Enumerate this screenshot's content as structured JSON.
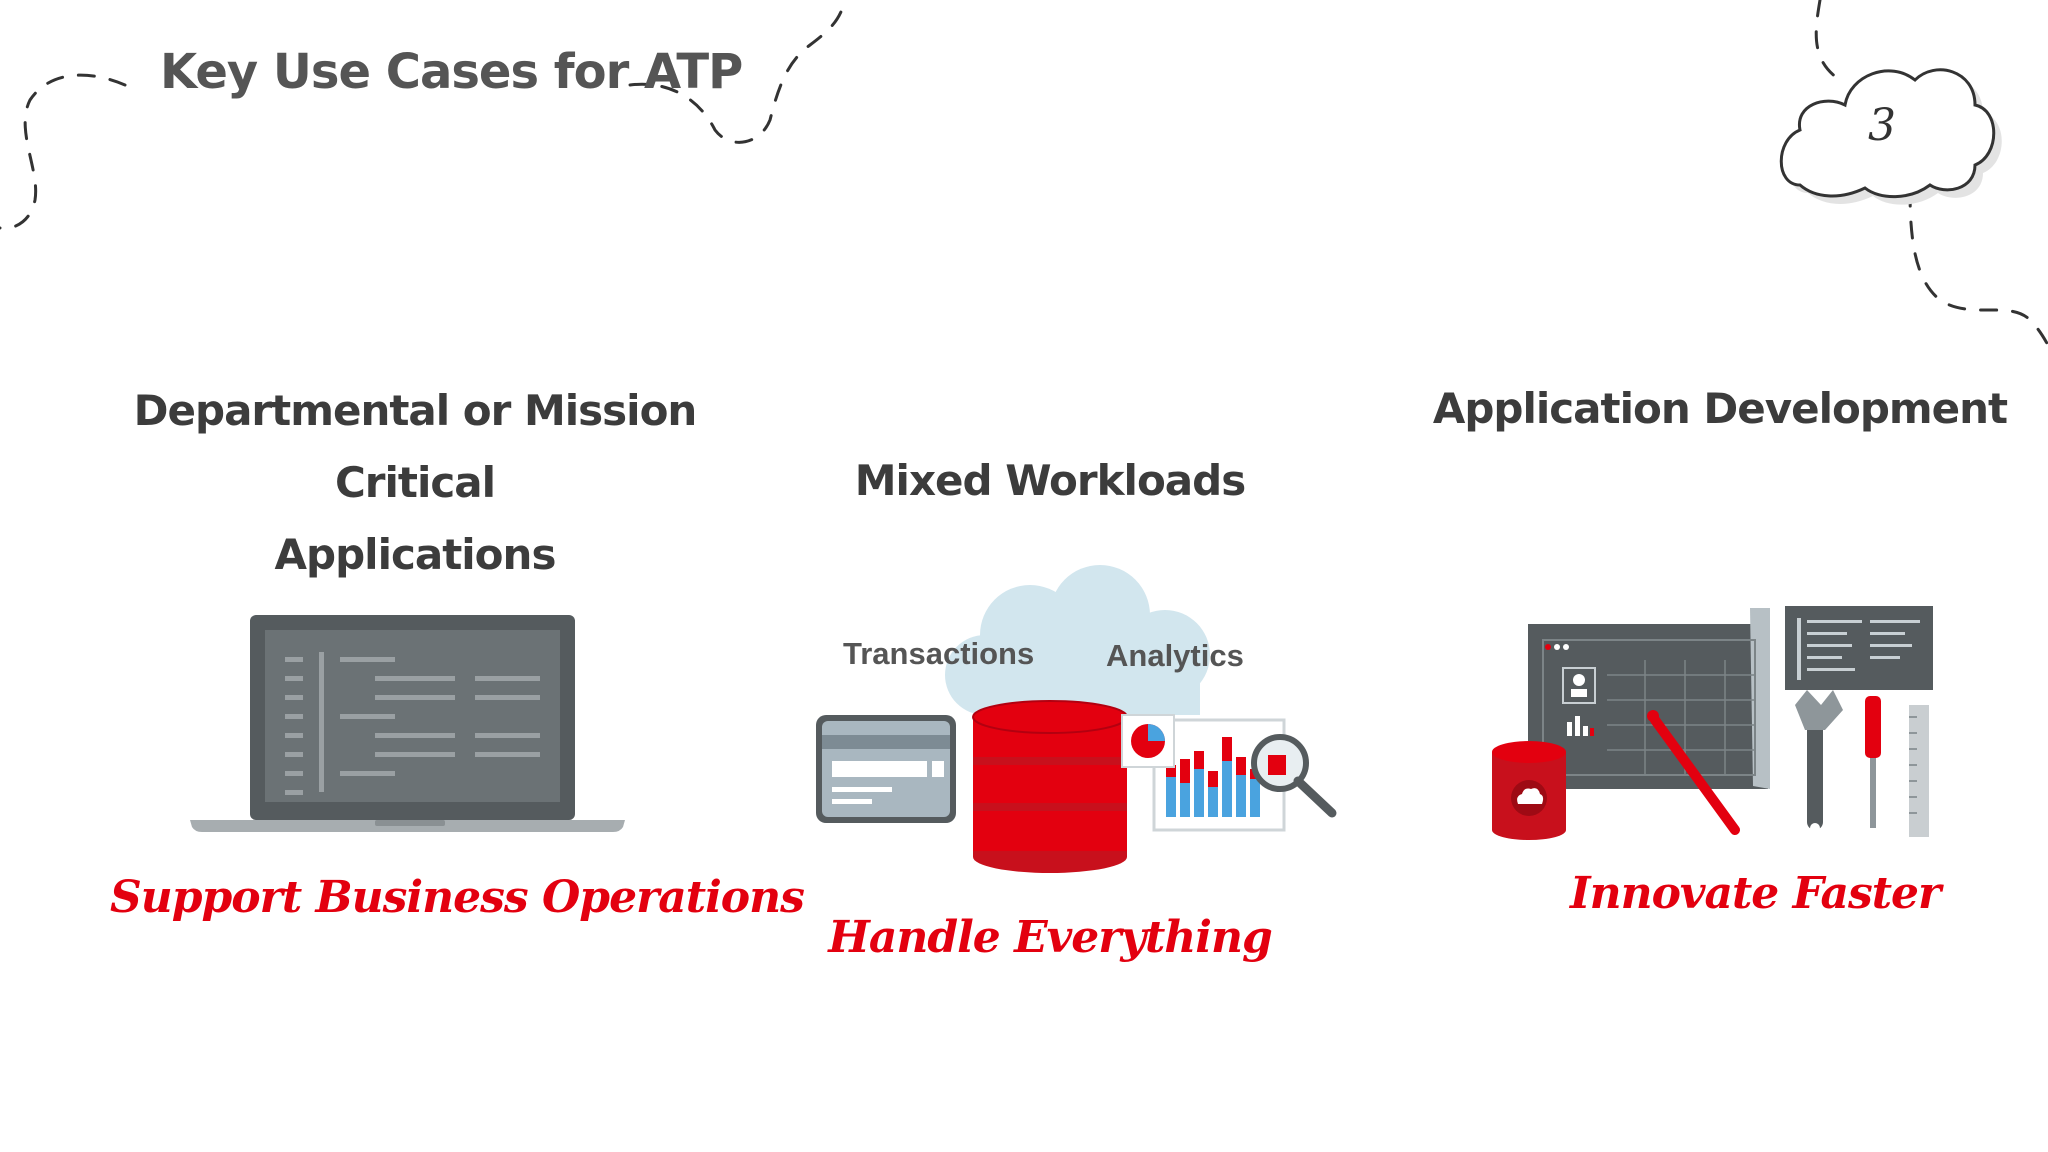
{
  "slide": {
    "title": "Key Use Cases for ATP",
    "page_number": "3"
  },
  "columns": [
    {
      "heading_line1": "Departmental or Mission Critical",
      "heading_line2": "Applications",
      "tagline": "Support Business Operations",
      "icon": "laptop-code-icon"
    },
    {
      "heading_line1": "Mixed Workloads",
      "tagline": "Handle Everything",
      "label_left": "Transactions",
      "label_right": "Analytics",
      "icon": "database-cloud-icon"
    },
    {
      "heading_line1": "Application Development",
      "tagline": "Innovate Faster",
      "icon": "developer-tools-icon"
    }
  ],
  "colors": {
    "accent": "#e3000f",
    "heading": "#3c3c3c",
    "icon_gray": "#555b5e"
  }
}
